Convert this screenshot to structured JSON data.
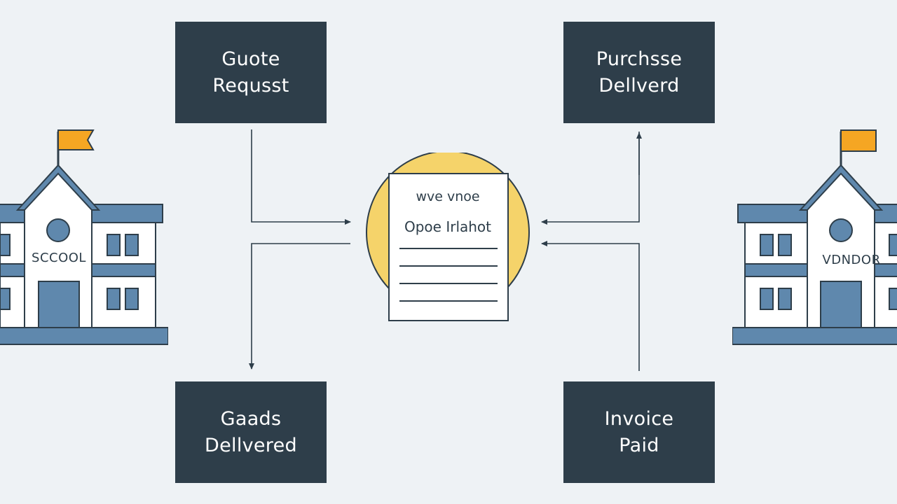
{
  "diagram": {
    "boxes": {
      "quote": [
        "Guote",
        "Requsst"
      ],
      "purchase": [
        "Purchsse",
        "Dellverd"
      ],
      "goods": [
        "Gaads",
        "Dellvered"
      ],
      "invoice": [
        "Invoice",
        "Paid"
      ]
    },
    "buildings": {
      "school": "SCCOOL",
      "vendor": "VDNDOR"
    },
    "document": {
      "line1": "wve vnoe",
      "line2": "Opoe Irlahot"
    }
  },
  "colors": {
    "background": "#eef2f5",
    "box": "#2e3e4a",
    "accent_yellow": "#f5d36a",
    "flag": "#f5a623",
    "building_blue": "#5f88ad",
    "line": "#2e3e4a"
  }
}
